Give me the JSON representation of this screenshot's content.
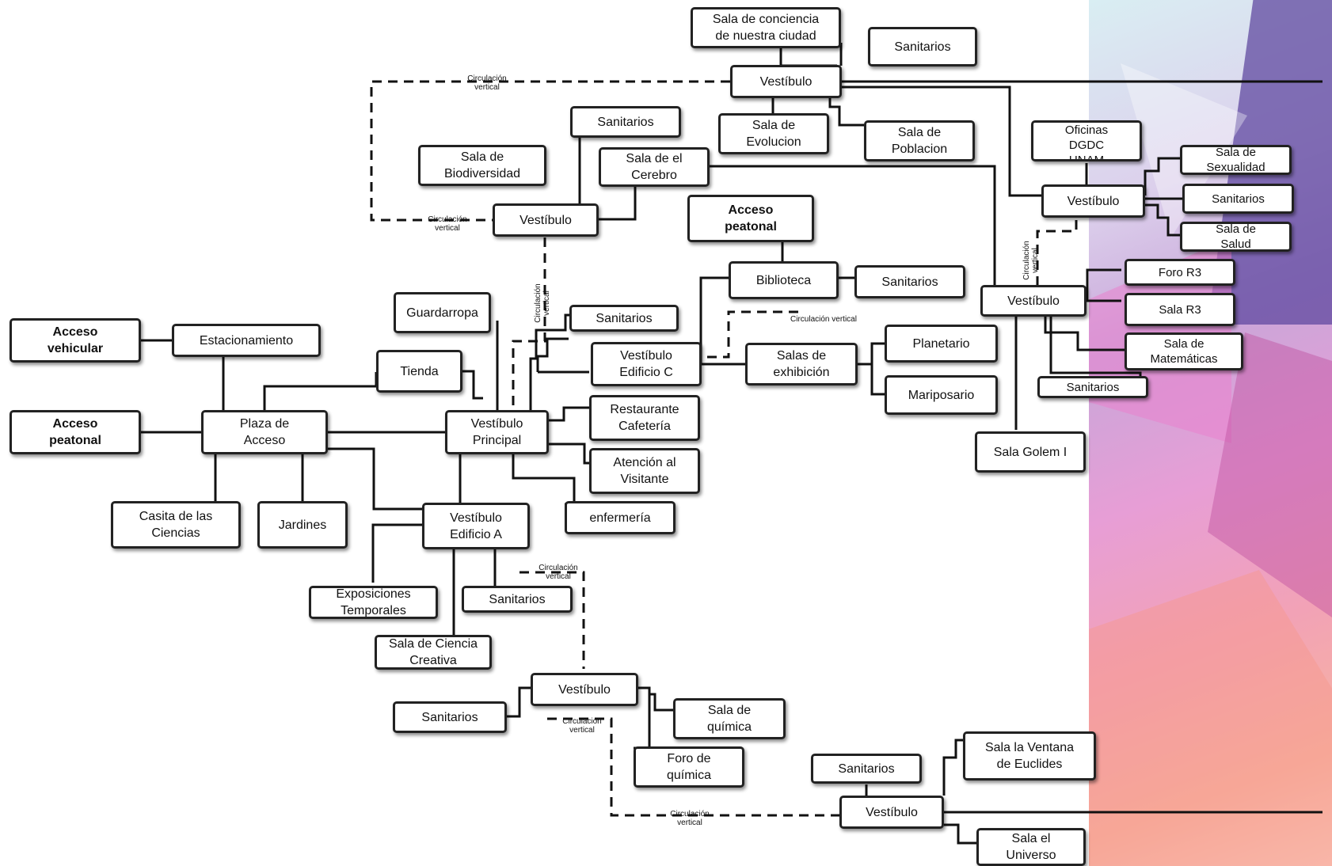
{
  "nodes": {
    "sala_conciencia": "Sala de conciencia\nde nuestra ciudad",
    "sanitarios_top": "Sanitarios",
    "vestibulo_top": "Vestíbulo",
    "sala_evolucion": "Sala de\nEvolucion",
    "sala_poblacion": "Sala de\nPoblacion",
    "sanitarios_upper_left": "Sanitarios",
    "sala_biodiversidad": "Sala de\nBiodiversidad",
    "sala_cerebro": "Sala de el\nCerebro",
    "vestibulo_left": "Vestíbulo",
    "acceso_peatonal_top": "Acceso\npeatonal",
    "biblioteca": "Biblioteca",
    "sanitarios_biblioteca": "Sanitarios",
    "oficinas_dgdc": "Oficinas\nDGDC\nUNAM",
    "sala_sexualidad": "Sala de\nSexualidad",
    "sanitarios_right_top": "Sanitarios",
    "sala_salud": "Sala de\nSalud",
    "vestibulo_right_top": "Vestíbulo",
    "foro_r3": "Foro R3",
    "sala_r3": "Sala R3",
    "sala_matematicas": "Sala de\nMatemáticas",
    "vestibulo_right": "Vestíbulo",
    "sanitarios_right": "Sanitarios",
    "sala_golem": "Sala Golem I",
    "guardarropa": "Guardarropa",
    "sanitarios_mid": "Sanitarios",
    "vestibulo_edificio_c": "Vestíbulo\nEdificio C",
    "salas_exhibicion": "Salas de\nexhibición",
    "planetario": "Planetario",
    "mariposario": "Mariposario",
    "acceso_vehicular": "Acceso\nvehicular",
    "estacionamiento": "Estacionamiento",
    "tienda": "Tienda",
    "acceso_peatonal_left": "Acceso\npeatonal",
    "plaza_acceso": "Plaza de\nAcceso",
    "vestibulo_principal": "Vestíbulo\nPrincipal",
    "restaurante": "Restaurante\nCafetería",
    "atencion_visitante": "Atención al\nVisitante",
    "enfermeria": "enfermería",
    "casita_ciencias": "Casita de las\nCiencias",
    "jardines": "Jardines",
    "vestibulo_edificio_a": "Vestíbulo\nEdificio A",
    "exposiciones_temporales": "Exposiciones\nTemporales",
    "sanitarios_edificio_a": "Sanitarios",
    "sala_ciencia_creativa": "Sala de Ciencia\nCreativa",
    "vestibulo_bottom": "Vestíbulo",
    "sanitarios_bottom_left": "Sanitarios",
    "sala_quimica": "Sala de\nquímica",
    "foro_quimica": "Foro de\nquímica",
    "sanitarios_bottom_right": "Sanitarios",
    "sala_ventana_euclides": "Sala la Ventana\nde Euclides",
    "vestibulo_bottom_right": "Vestíbulo",
    "sala_universo": "Sala el\nUniverso"
  },
  "vertical_circulation_label": "Circulación\nvertical",
  "vertical_circulation_label_inline": "Circulación vertical",
  "colors": {
    "node_border": "#222222",
    "line": "#111111",
    "background": "#ffffff"
  }
}
